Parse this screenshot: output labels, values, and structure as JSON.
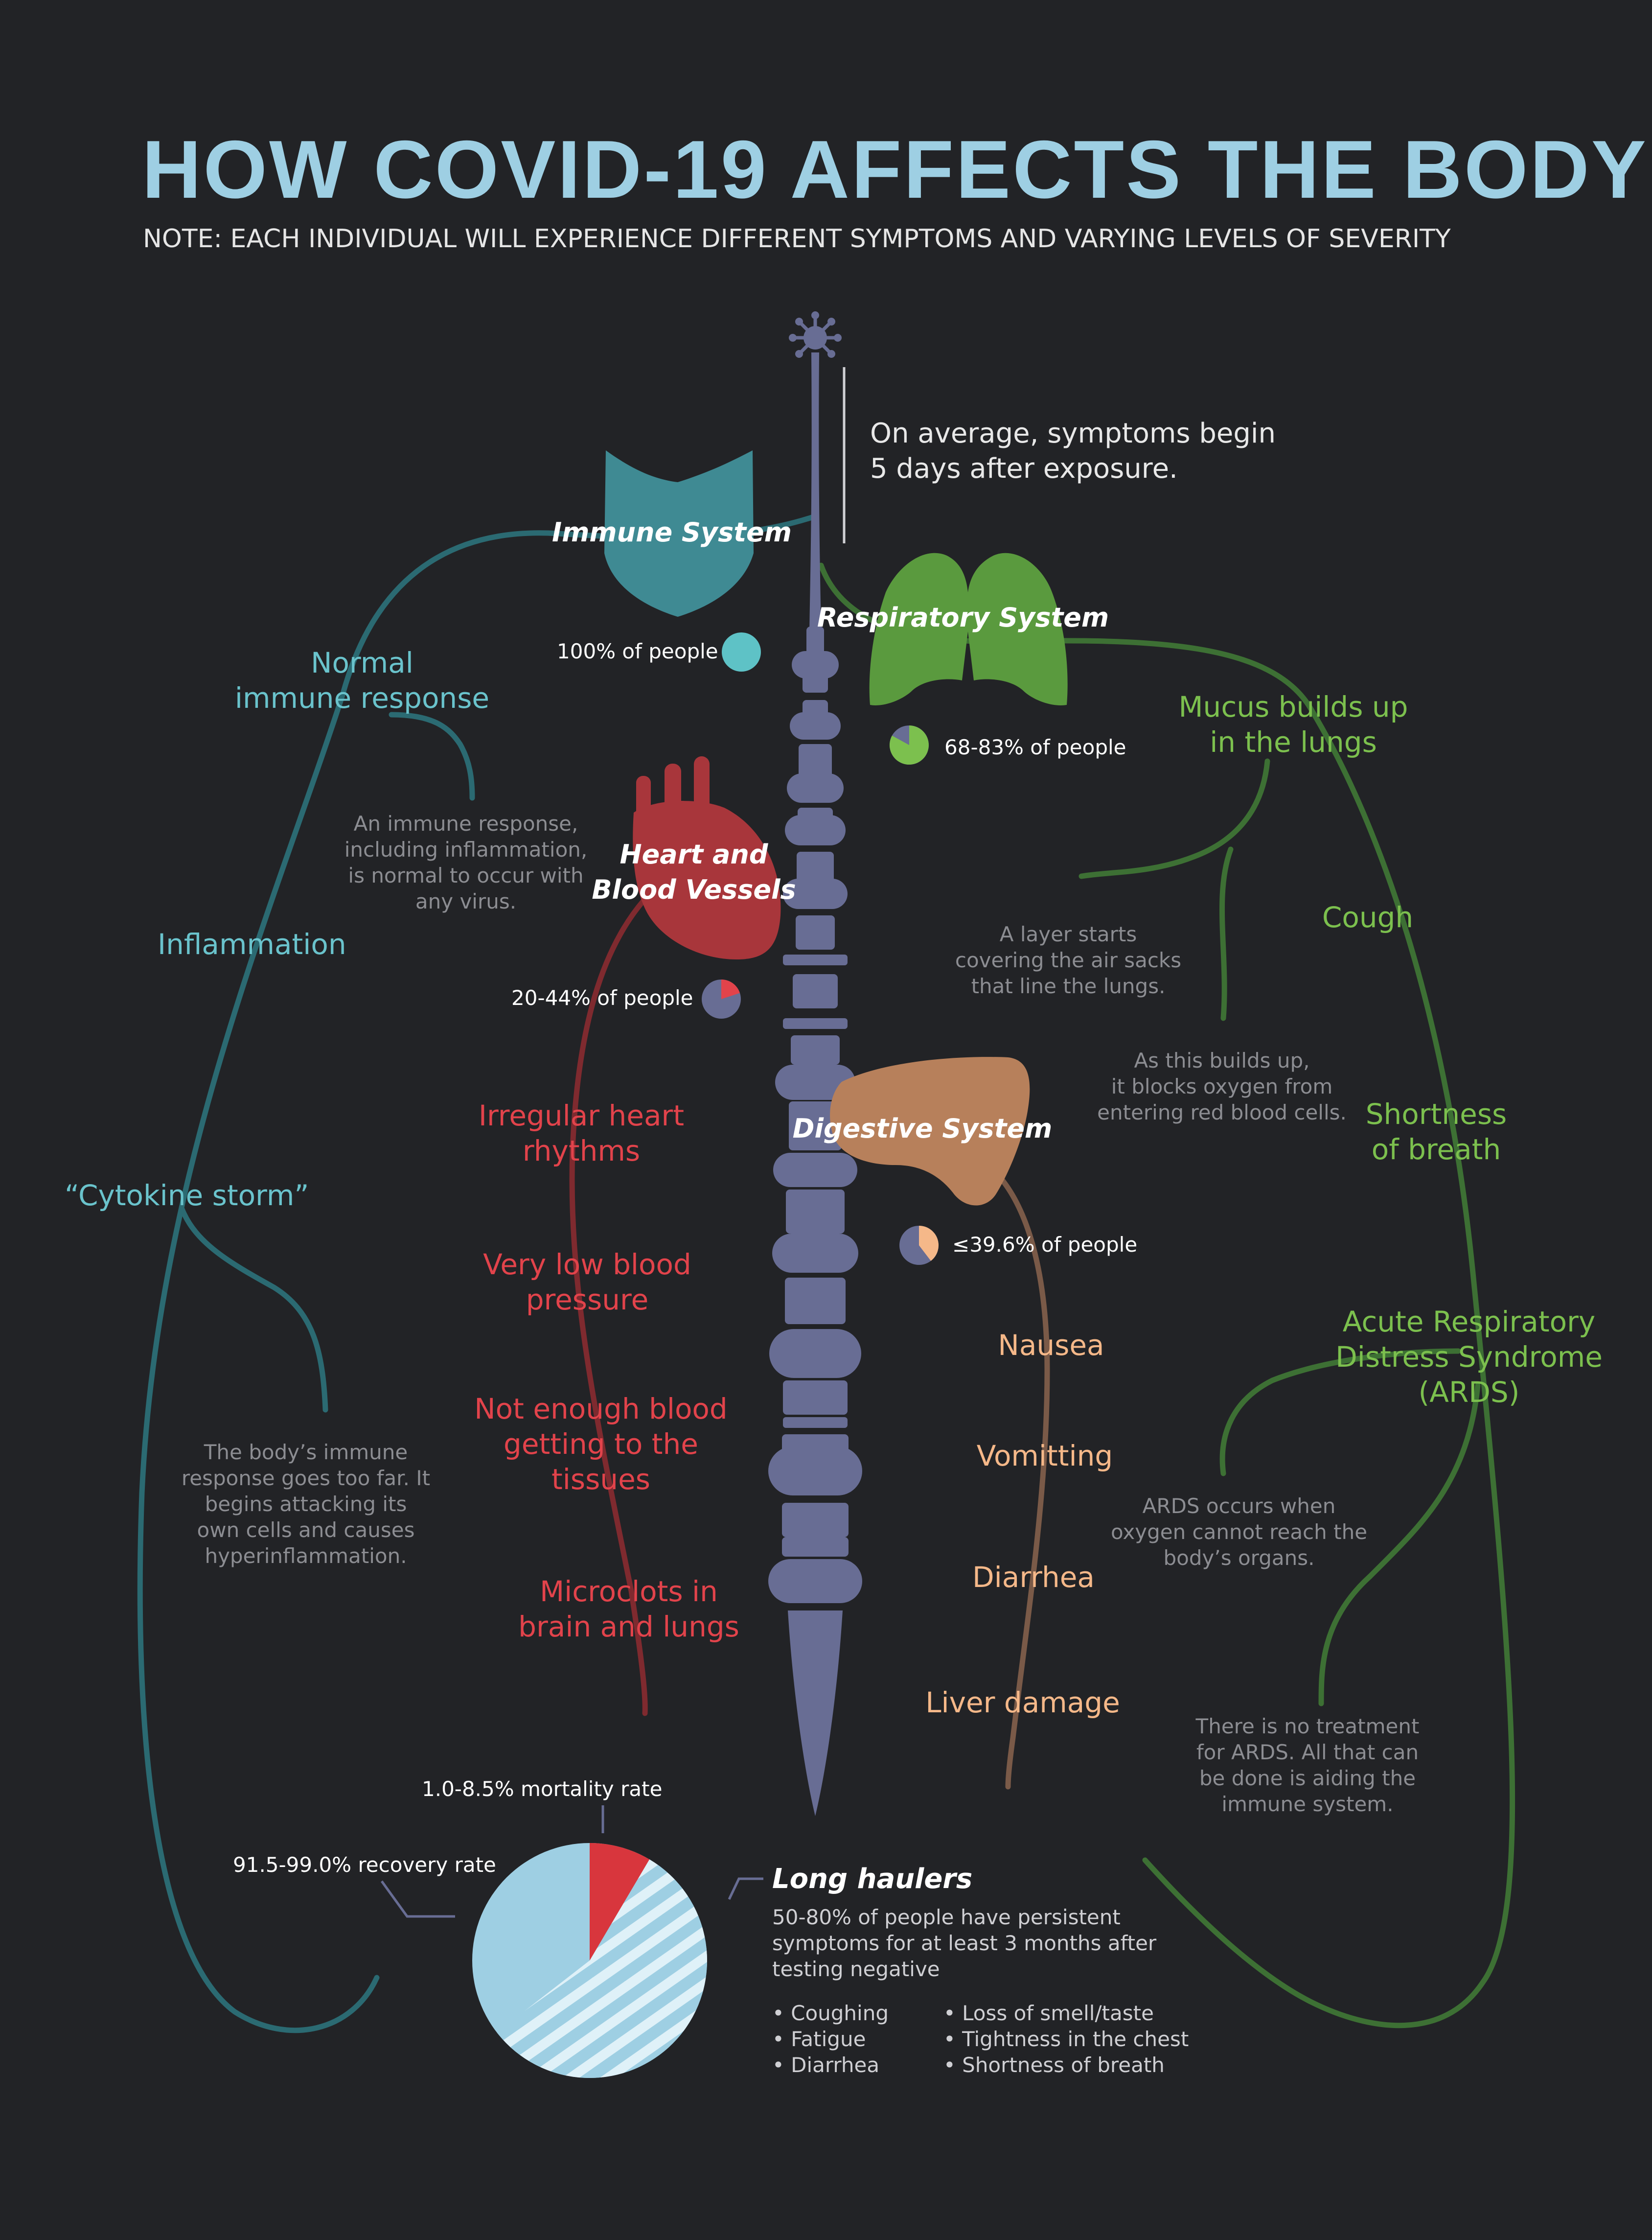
{
  "title": "HOW COVID-19 AFFECTS THE BODY",
  "note": "NOTE: EACH INDIVIDUAL WILL EXPERIENCE DIFFERENT SYMPTOMS AND VARYING LEVELS OF SEVERITY",
  "intro": [
    "On average, symptoms begin",
    "5 days after exposure."
  ],
  "colors": {
    "immune": "#3f8a93",
    "respiratory": "#5a9a3e",
    "heart": "#a8363b",
    "digestive": "#b7805b",
    "spine": "#686d94",
    "pie_recovery": "#9ecfe3",
    "pie_mortality": "#d8363d"
  },
  "systems": {
    "immune": {
      "label": "Immune System",
      "percent": 100,
      "percent_label": "100% of people",
      "effects": {
        "normal_label": [
          "Normal",
          "immune response"
        ],
        "normal_desc": [
          "An immune response,",
          "including inflammation,",
          "is normal to occur with",
          "any virus."
        ],
        "inflammation": "Inflammation",
        "cytokine": "“Cytokine storm”",
        "cytokine_desc": [
          "The body’s immune",
          "response goes too far. It",
          "begins attacking its",
          "own cells and causes",
          "hyperinflammation."
        ]
      }
    },
    "respiratory": {
      "label": "Respiratory System",
      "percent_range": [
        68,
        83
      ],
      "percent_label": "68-83% of people",
      "effects": {
        "mucus": [
          "Mucus builds up",
          "in the lungs"
        ],
        "mucus_desc": [
          "A layer starts",
          "covering the air sacks",
          "that line the lungs."
        ],
        "mucus_desc2": [
          "As this builds up,",
          "it blocks oxygen from",
          "entering red blood cells."
        ],
        "cough": "Cough",
        "breath": [
          "Shortness",
          "of breath"
        ],
        "ards": [
          "Acute Respiratory",
          "Distress Syndrome",
          "(ARDS)"
        ],
        "ards_desc": [
          "ARDS occurs when",
          "oxygen cannot reach the",
          "body’s organs."
        ],
        "ards_desc2": [
          "There is no treatment",
          "for ARDS. All that can",
          "be done is aiding the",
          "immune system."
        ]
      }
    },
    "heart": {
      "label": [
        "Heart and",
        "Blood Vessels"
      ],
      "percent_range": [
        20,
        44
      ],
      "percent_label": "20-44% of people",
      "effects": {
        "irregular": [
          "Irregular heart",
          "rhythms"
        ],
        "lowbp": [
          "Very low blood",
          "pressure"
        ],
        "tissues": [
          "Not enough blood",
          "getting to the",
          "tissues"
        ],
        "microclots": [
          "Microclots in",
          "brain and lungs"
        ]
      }
    },
    "digestive": {
      "label": "Digestive System",
      "percent_max": 39.6,
      "percent_label": "≤39.6% of people",
      "effects": {
        "nausea": "Nausea",
        "vomiting": "Vomitting",
        "diarrhea": "Diarrhea",
        "liver": "Liver damage"
      }
    }
  },
  "outcomes": {
    "mortality_range": [
      1.0,
      8.5
    ],
    "recovery_range": [
      91.5,
      99.0
    ],
    "mortality_label": "1.0-8.5% mortality rate",
    "recovery_label": "91.5-99.0% recovery rate",
    "long_haulers_range": [
      50,
      80
    ],
    "long_haulers_title": "Long haulers",
    "long_haulers_desc": [
      "50-80% of people have persistent",
      "symptoms for at least 3 months after",
      "testing negative"
    ],
    "symptoms_col1": [
      "Coughing",
      "Fatigue",
      "Diarrhea"
    ],
    "symptoms_col2": [
      "Loss of smell/taste",
      "Tightness in the chest",
      "Shortness of breath"
    ]
  }
}
